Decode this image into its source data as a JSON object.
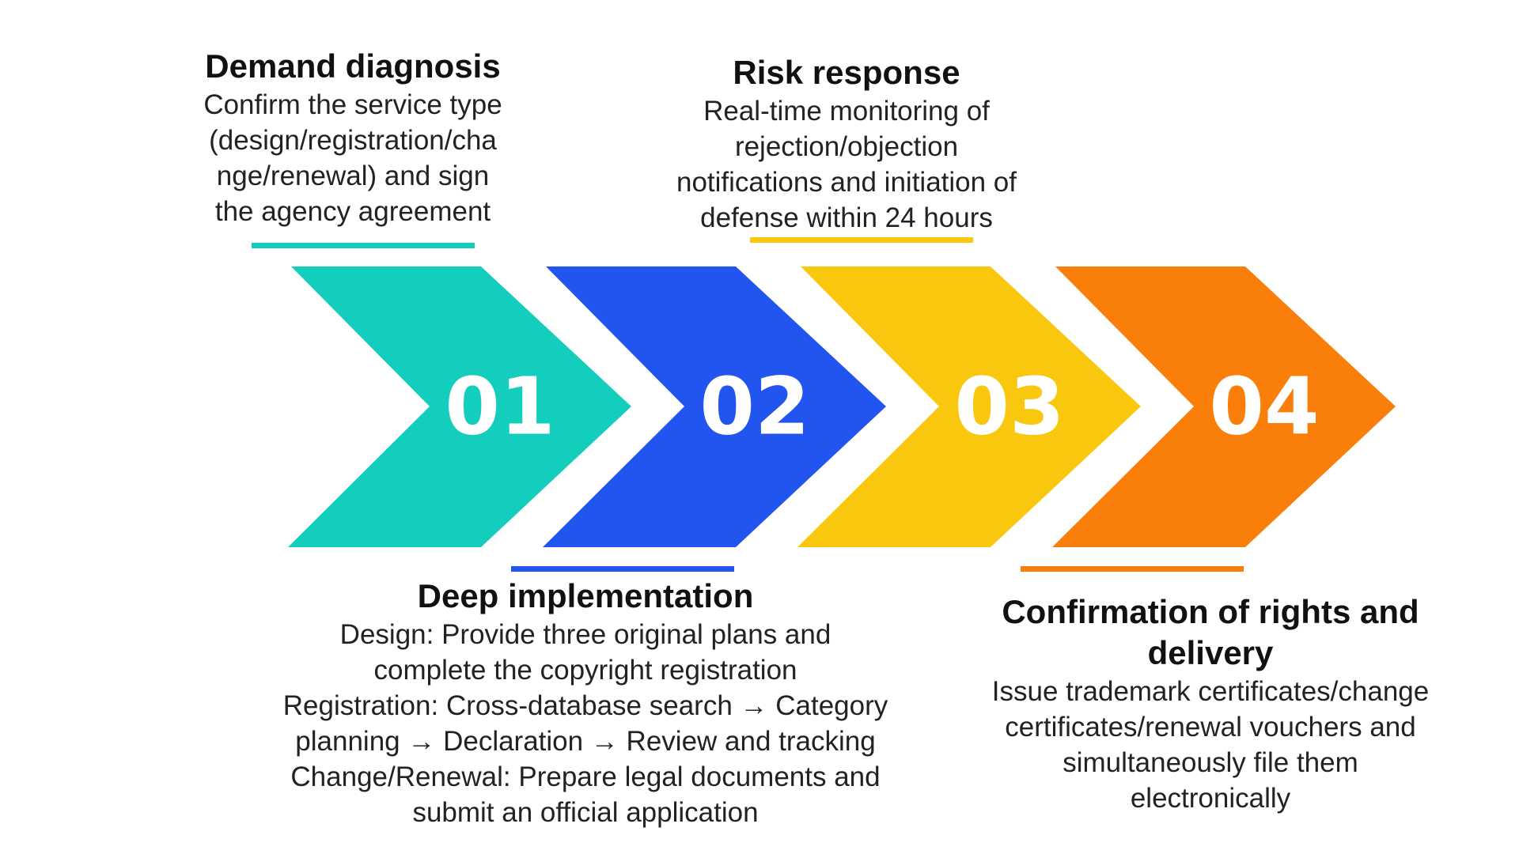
{
  "steps": [
    {
      "number": "01",
      "color": "#13cdbd",
      "title": "Demand diagnosis",
      "lines": [
        "Confirm the service type",
        "(design/registration/cha",
        "nge/renewal) and sign",
        "the agency agreement"
      ]
    },
    {
      "number": "02",
      "color": "#2255f0",
      "title": "Deep implementation",
      "lines": [
        "Design: Provide three original plans and",
        "complete the copyright registration",
        "Registration: Cross-database search → Category",
        "planning → Declaration → Review and tracking",
        "Change/Renewal: Prepare legal documents and",
        "submit an official application"
      ]
    },
    {
      "number": "03",
      "color": "#f9c80e",
      "title": "Risk response",
      "lines": [
        "Real-time monitoring of",
        "rejection/objection",
        "notifications and initiation of",
        "defense within 24 hours"
      ]
    },
    {
      "number": "04",
      "color": "#fa7e0a",
      "title_lines": [
        "Confirmation of rights and",
        "delivery"
      ],
      "lines": [
        "Issue trademark certificates/change",
        "certificates/renewal vouchers and",
        "simultaneously file them",
        "electronically"
      ]
    }
  ]
}
